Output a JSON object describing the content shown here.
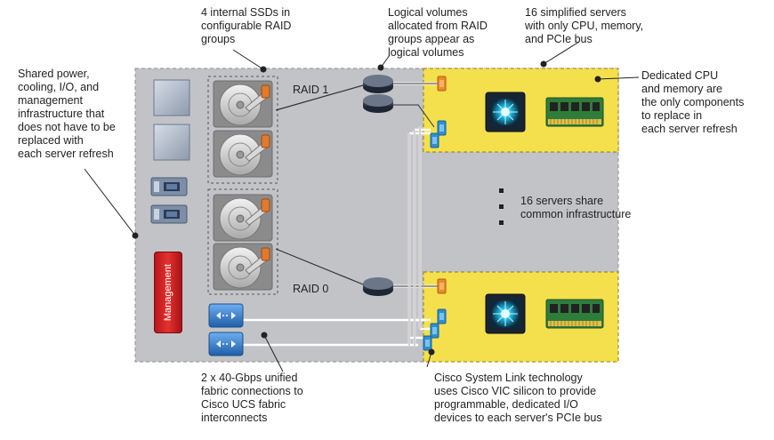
{
  "annotations": {
    "ssds": "4 internal SSDs in\nconfigurable RAID\ngroups",
    "logical_volumes": "Logical volumes\nallocated from RAID\ngroups appear as\nlogical volumes",
    "servers": "16 simplified servers\nwith only CPU, memory,\nand PCIe bus",
    "shared_infra": "Shared power,\ncooling, I/O, and\nmanagement\ninfrastructure that\ndoes not have to be\nreplaced with\neach server refresh",
    "cpu_memory": "Dedicated CPU\nand memory are\nthe only components\nto replace in\neach server refresh",
    "servers_share": "16 servers share\ncommon infrastructure",
    "fabric": "2 x 40-Gbps unified\nfabric connections to\nCisco UCS fabric\ninterconnects",
    "system_link": "Cisco System Link technology\nuses Cisco VIC silicon to provide\nprogrammable, dedicated I/O\ndevices to each server's PCIe bus"
  },
  "raid": {
    "raid1": "RAID 1",
    "raid0": "RAID 0"
  },
  "management_label": "Management",
  "icons": [
    "power-supply-icon",
    "io-module-icon",
    "ssd-icon",
    "logical-volume-icon",
    "pcie-port-icon",
    "cpu-chip-icon",
    "memory-module-icon",
    "fabric-switch-icon",
    "callout-dot-icon"
  ],
  "colors": {
    "chassis": "#c2c3c7",
    "server_board": "#f4e04d",
    "vic_orange": "#e98a2b",
    "vic_blue": "#2f8fd0",
    "management_red": "#d12026",
    "fabric_blue": "#3a86d4"
  }
}
